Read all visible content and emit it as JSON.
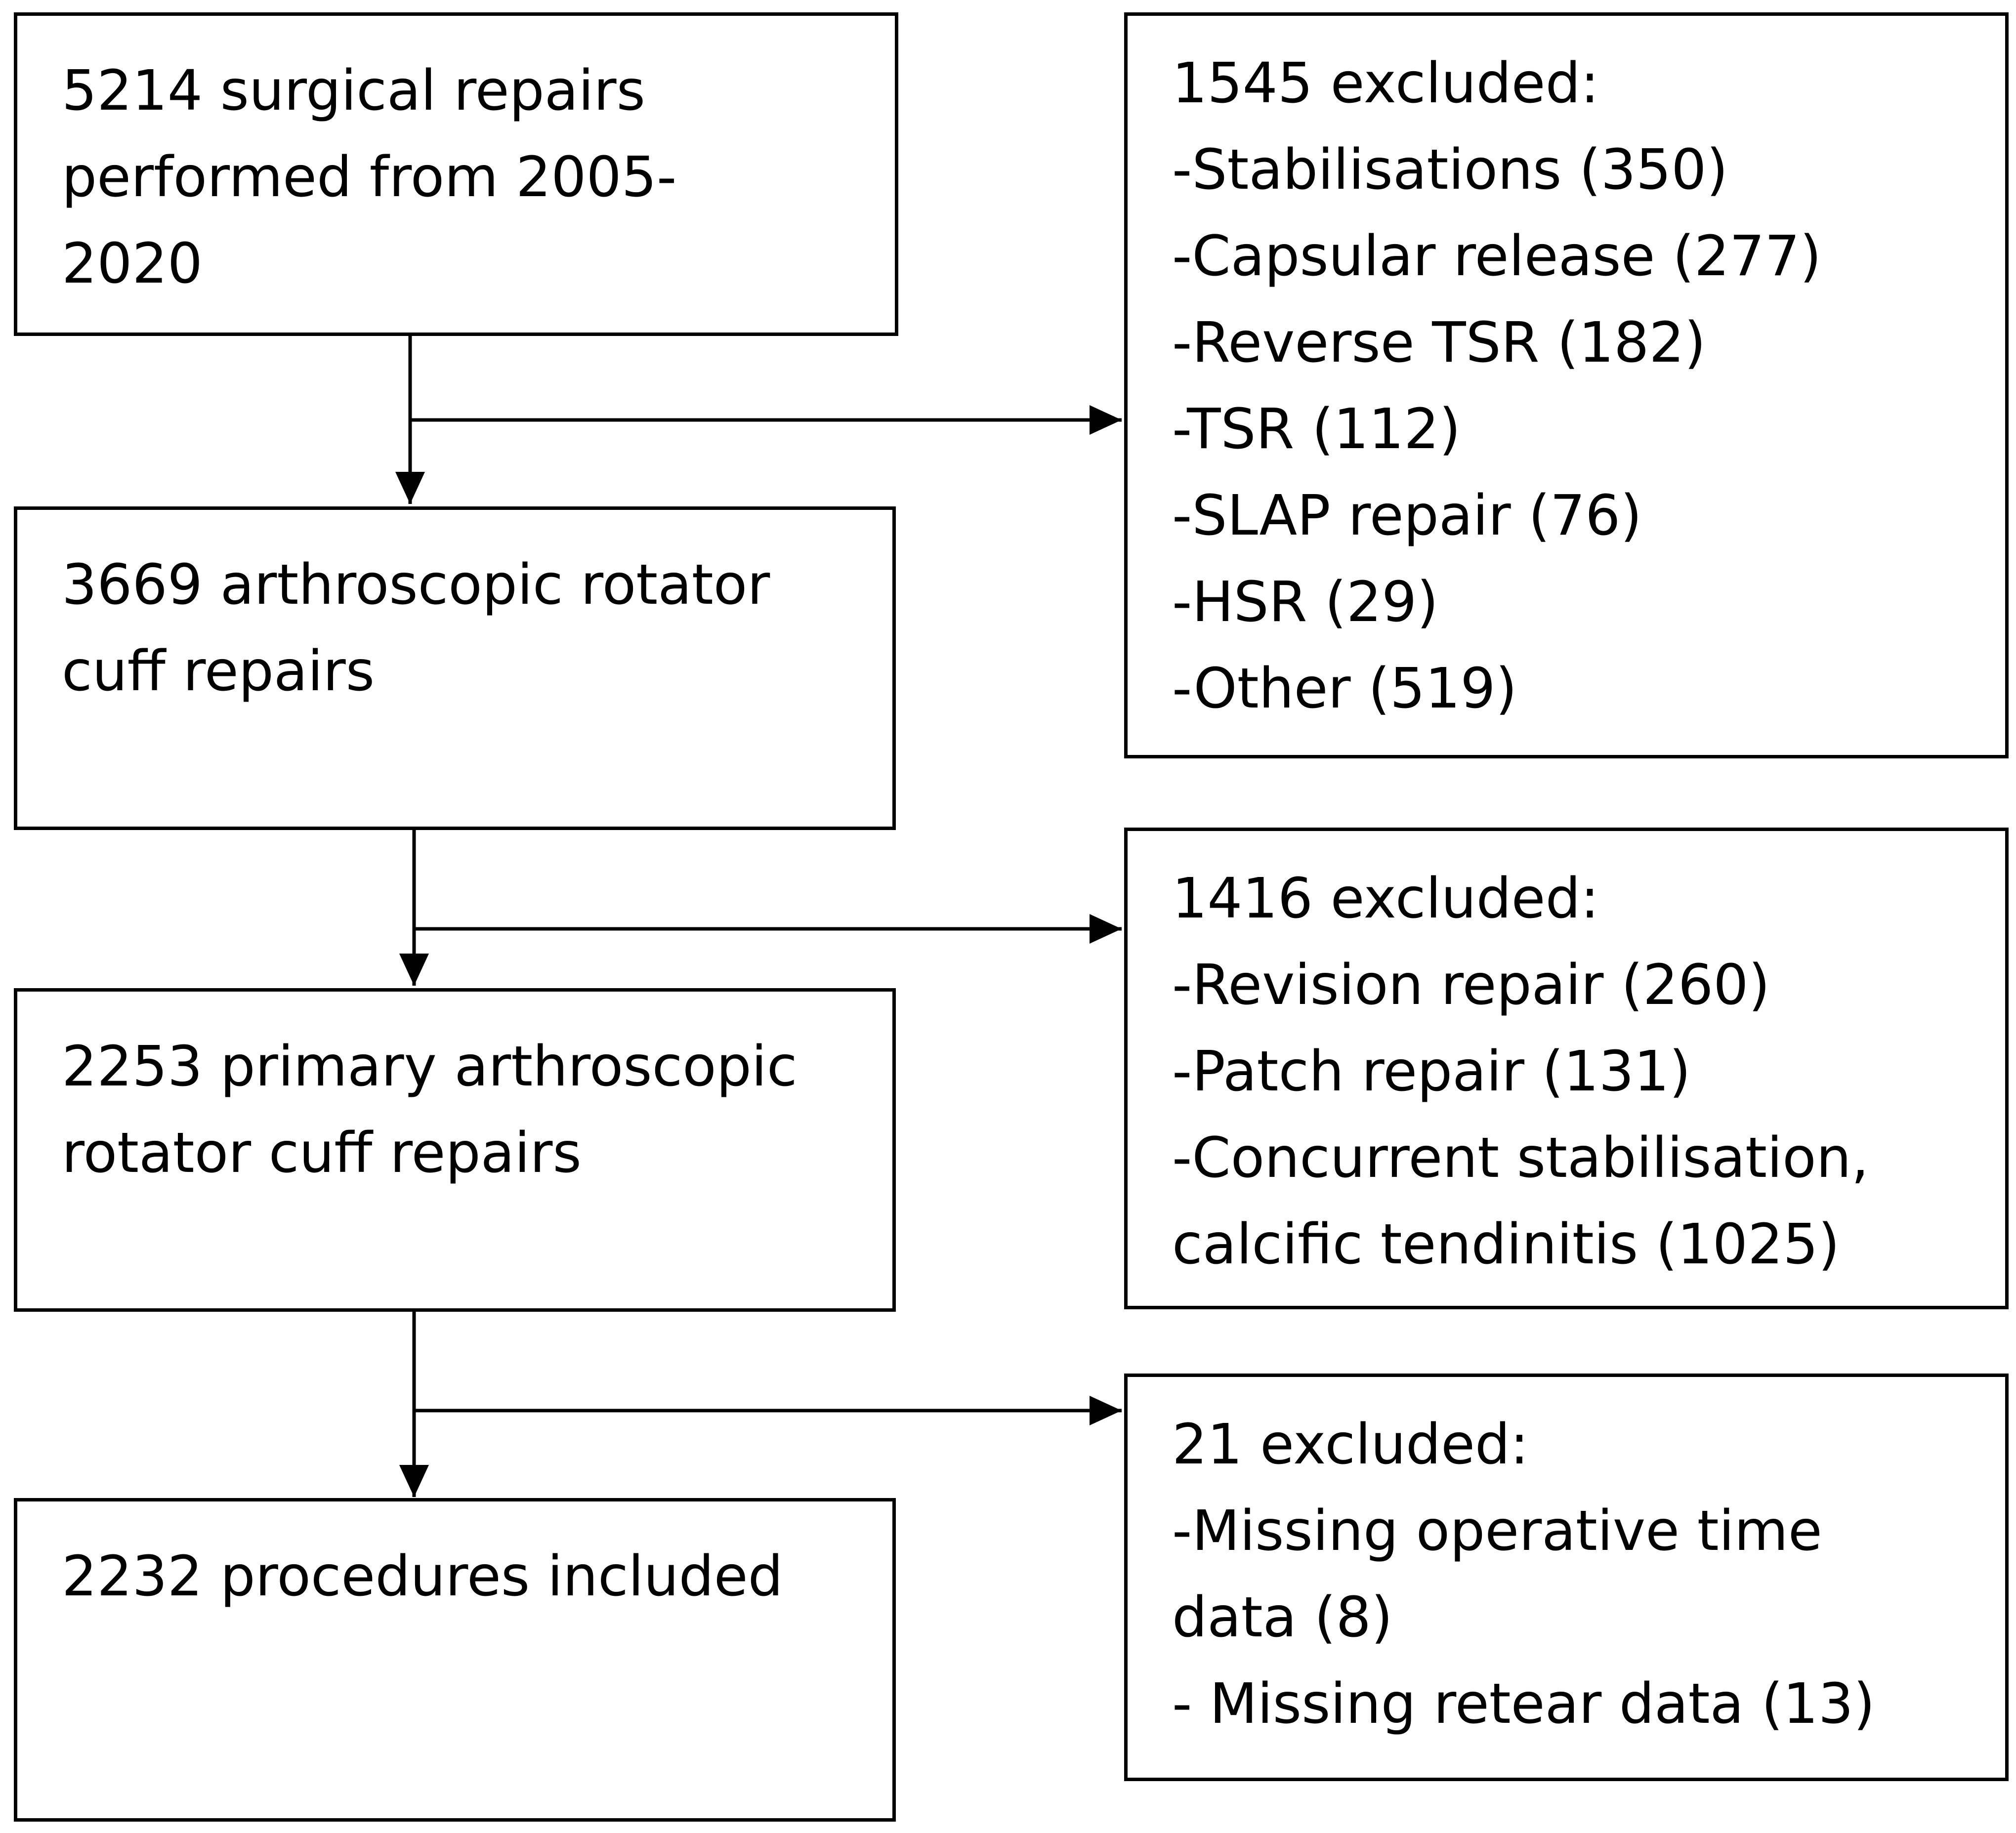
{
  "flow": {
    "stage1": {
      "lines": [
        "5214 surgical repairs",
        "performed from 2005-",
        "2020"
      ]
    },
    "stage2": {
      "lines": [
        "3669 arthroscopic rotator",
        "cuff repairs"
      ]
    },
    "stage3": {
      "lines": [
        "2253 primary arthroscopic",
        "rotator cuff repairs"
      ]
    },
    "stage4": {
      "lines": [
        "2232 procedures included"
      ]
    }
  },
  "exclusions": {
    "ex1": {
      "lines": [
        "1545 excluded:",
        "-Stabilisations (350)",
        "-Capsular release (277)",
        "-Reverse TSR (182)",
        "-TSR (112)",
        "-SLAP repair (76)",
        "-HSR (29)",
        "-Other (519)"
      ]
    },
    "ex2": {
      "lines": [
        "1416 excluded:",
        "-Revision repair (260)",
        "-Patch repair (131)",
        "-Concurrent stabilisation,",
        "calcific tendinitis (1025)"
      ]
    },
    "ex3": {
      "lines": [
        "21 excluded:",
        "-Missing operative time",
        "data (8)",
        "- Missing retear data (13)"
      ]
    }
  },
  "colors": {
    "stroke": "#000000",
    "background": "#ffffff"
  }
}
